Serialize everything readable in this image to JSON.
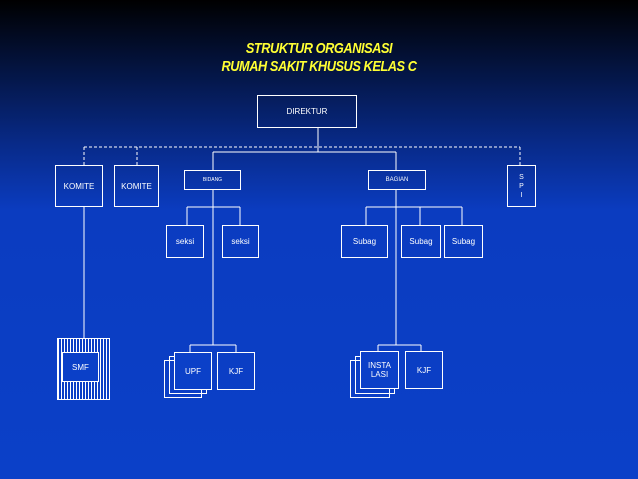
{
  "title": {
    "line1": "STRUKTUR ORGANISASI",
    "line2": "RUMAH SAKIT KHUSUS KELAS C"
  },
  "nodes": {
    "direktur": "DIREKTUR",
    "komite1": "KOMITE",
    "komite2": "KOMITE",
    "bidang": "BIDANG",
    "bagian": "BAGIAN",
    "spi": "S\nP\nI",
    "seksi1": "seksi",
    "seksi2": "seksi",
    "subag1": "Subag",
    "subag2": "Subag",
    "subag3": "Subag",
    "smf": "SMF",
    "upf": "UPF",
    "kjf1": "KJF",
    "instalasi": "INSTA\nLASI",
    "kjf2": "KJF"
  },
  "colors": {
    "top": "#1a1a1a",
    "bottom": "#0a3ec2",
    "line": "#ffffff",
    "title": "#ffff33"
  }
}
